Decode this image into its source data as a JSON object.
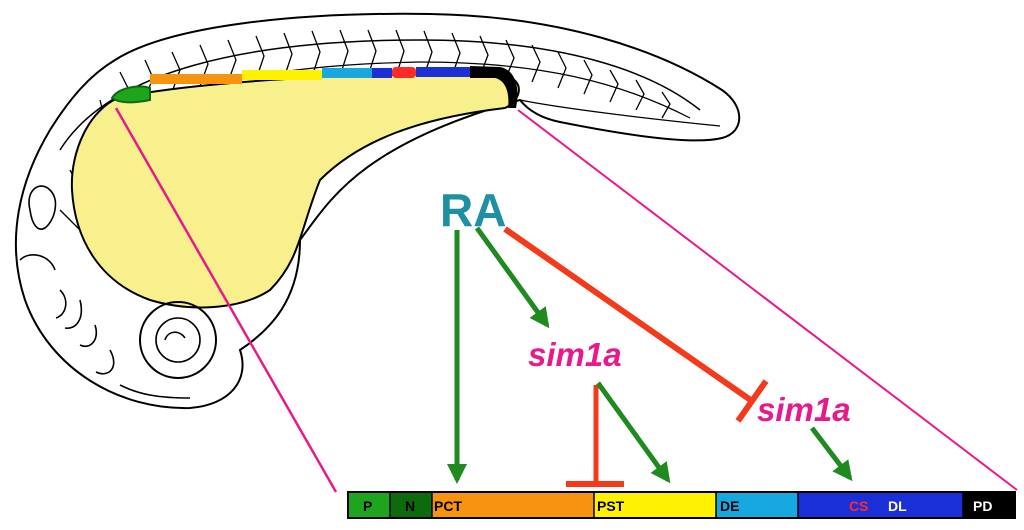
{
  "regulator": {
    "label": "RA",
    "color": "#1f8fa3"
  },
  "genes": [
    {
      "id": "sim1a-left",
      "label": "sim1a",
      "color": "#e8198b"
    },
    {
      "id": "sim1a-right",
      "label": "sim1a",
      "color": "#e8198b"
    }
  ],
  "colors": {
    "activation": "#1f8a1f",
    "inhibition": "#f33a1a",
    "zoom_lines": "#e8198b",
    "yolk": "#f8f08c",
    "outline": "#000000"
  },
  "nephron_segments": [
    {
      "code": "P",
      "label": "P",
      "fill": "#1ea51e",
      "text_color": "#000000"
    },
    {
      "code": "N",
      "label": "N",
      "fill": "#0d6b0d",
      "text_color": "#000000"
    },
    {
      "code": "PCT",
      "label": "PCT",
      "fill": "#f7930e",
      "text_color": "#000000"
    },
    {
      "code": "PST",
      "label": "PST",
      "fill": "#fff200",
      "text_color": "#000000"
    },
    {
      "code": "DE",
      "label": "DE",
      "fill": "#18a8e0",
      "text_color": "#000000"
    },
    {
      "code": "CS",
      "label": "CS",
      "fill": "#1a2fd6",
      "text_color": "#ff2a2a"
    },
    {
      "code": "DL",
      "label": "DL",
      "fill": "#1a2fd6",
      "text_color": "#ffffff"
    },
    {
      "code": "PD",
      "label": "PD",
      "fill": "#000000",
      "text_color": "#ffffff"
    }
  ],
  "icons": [
    "zebrafish-embryo-illustration"
  ]
}
